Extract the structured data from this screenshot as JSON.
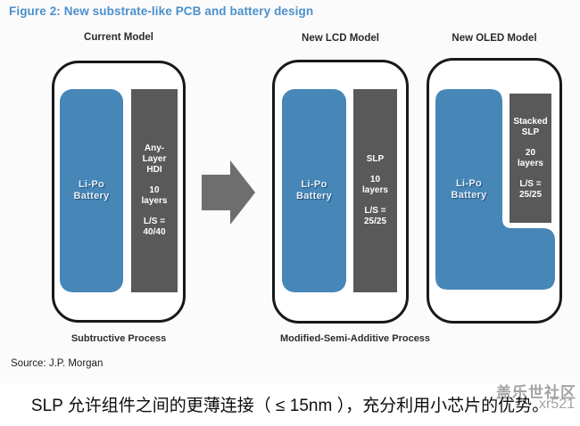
{
  "figure": {
    "title": "Figure 2: New substrate-like PCB and battery design",
    "source": "Source: J.P. Morgan",
    "models": [
      {
        "header": "Current Model",
        "battery": [
          "Li-Po",
          "Battery"
        ],
        "pcb": {
          "g1": [
            "Any-",
            "Layer",
            "HDI"
          ],
          "g2": [
            "10",
            "layers"
          ],
          "g3": [
            "L/S =",
            "40/40"
          ]
        }
      },
      {
        "header": "New LCD Model",
        "battery": [
          "Li-Po",
          "Battery"
        ],
        "pcb": {
          "g1": [
            "SLP"
          ],
          "g2": [
            "10",
            "layers"
          ],
          "g3": [
            "L/S =",
            "25/25"
          ]
        }
      },
      {
        "header": "New OLED Model",
        "battery": [
          "Li-Po",
          "Battery"
        ],
        "pcb": {
          "g1": [
            "Stacked",
            "SLP"
          ],
          "g2": [
            "20",
            "layers"
          ],
          "g3": [
            "L/S =",
            "25/25"
          ]
        }
      }
    ],
    "process_labels": {
      "left": "Subtructive Process",
      "right": "Modified-Semi-Additive Process"
    }
  },
  "caption": "SLP 允许组件之间的更薄连接（ ≤ 15nm ），充分利用小芯片的优势。",
  "watermark": {
    "line1": "盖乐世社区",
    "line2": "xr521"
  },
  "colors": {
    "title_blue": "#4a90cd",
    "battery_blue": "#4787b8",
    "pcb_gray": "#595959",
    "arrow_gray": "#6e6e6e",
    "watermark_gray": "#a3a3a3"
  }
}
